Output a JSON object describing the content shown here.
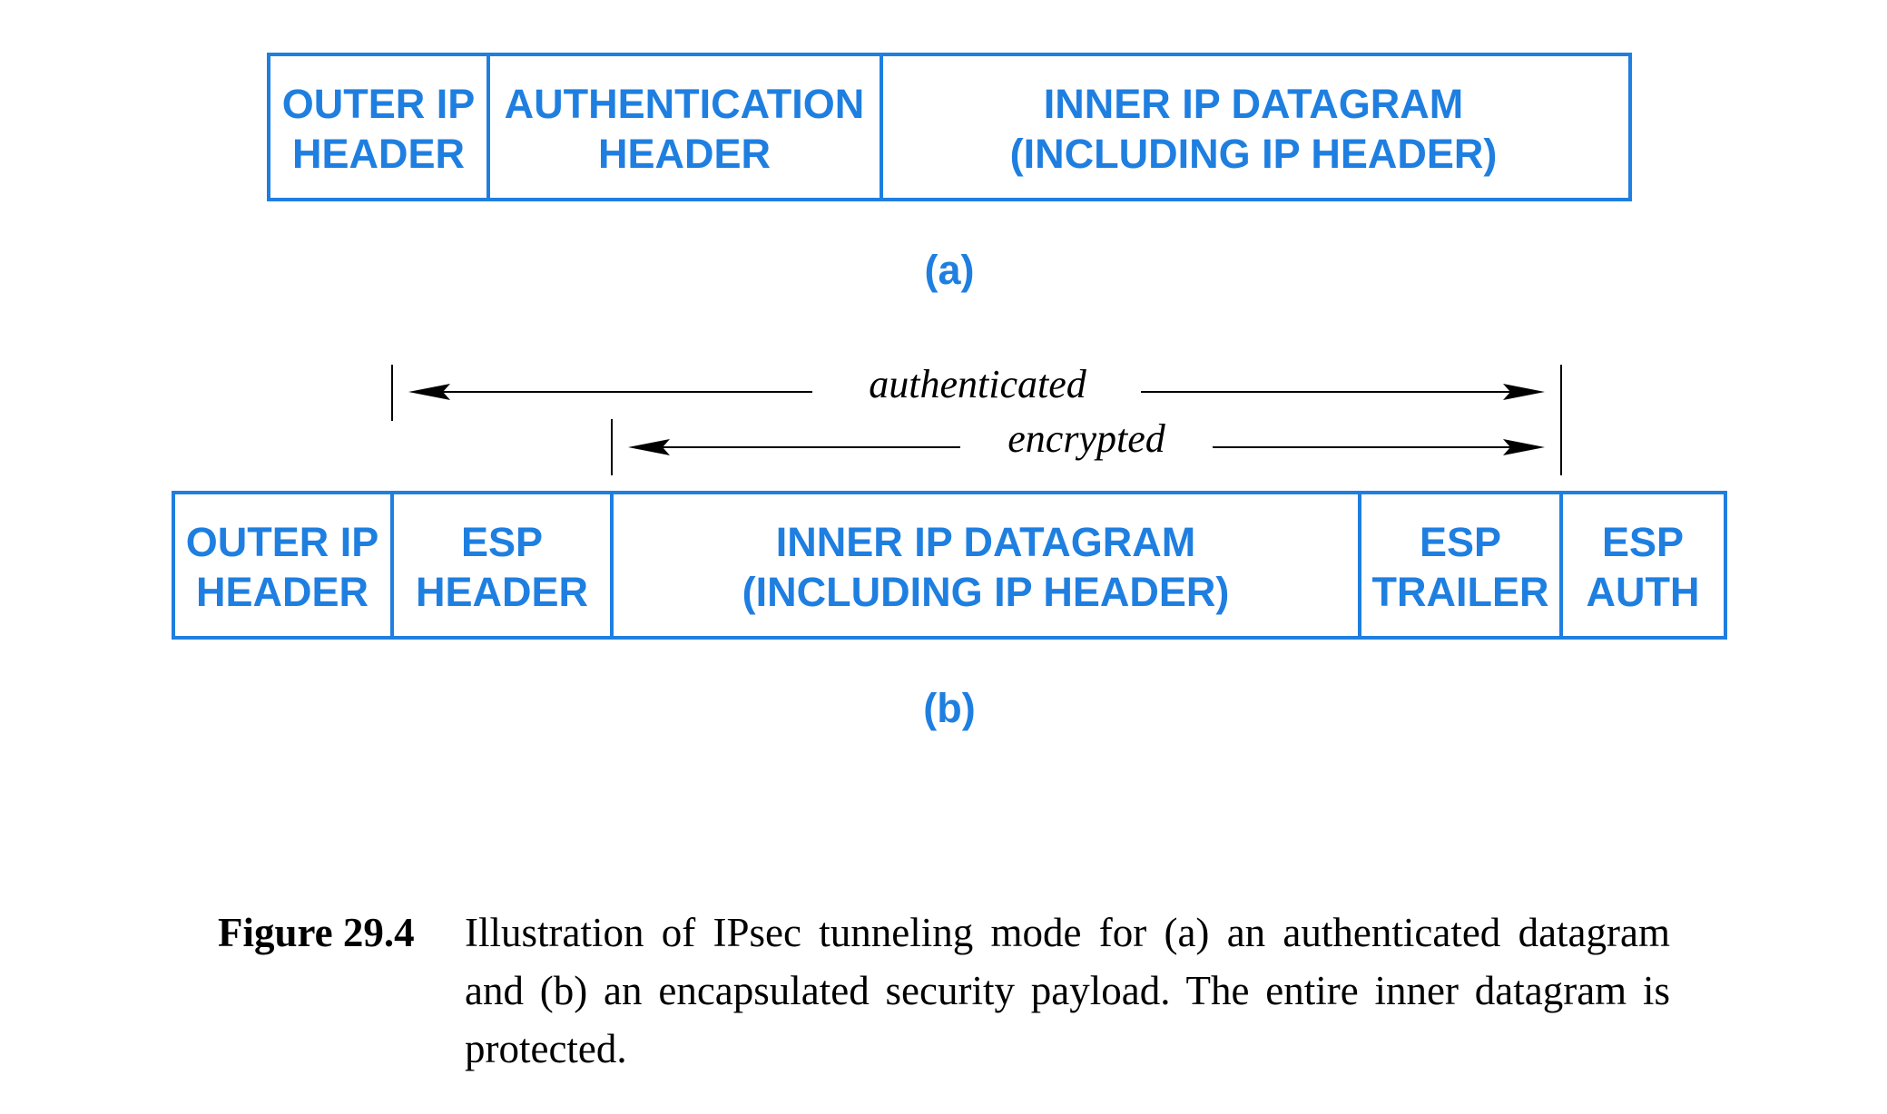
{
  "diagram_a": {
    "fields": [
      {
        "line1": "OUTER IP",
        "line2": "HEADER"
      },
      {
        "line1": "AUTHENTICATION",
        "line2": "HEADER"
      },
      {
        "line1": "INNER IP DATAGRAM",
        "line2": "(INCLUDING IP HEADER)"
      }
    ],
    "label": "(a)"
  },
  "diagram_b": {
    "fields": [
      {
        "line1": "OUTER IP",
        "line2": "HEADER"
      },
      {
        "line1": "ESP",
        "line2": "HEADER"
      },
      {
        "line1": "INNER IP DATAGRAM",
        "line2": "(INCLUDING IP HEADER)"
      },
      {
        "line1": "ESP",
        "line2": "TRAILER"
      },
      {
        "line1": "ESP",
        "line2": "AUTH"
      }
    ],
    "spans": {
      "authenticated": "authenticated",
      "encrypted": "encrypted"
    },
    "label": "(b)"
  },
  "caption": {
    "label": "Figure 29.4",
    "text": "Illustration of IPsec tunneling mode for (a) an authenticated datagram and (b) an encapsulated security payload. The entire inner datagram is protected."
  },
  "colors": {
    "field_blue": "#1f7fe0",
    "text_black": "#000000"
  }
}
